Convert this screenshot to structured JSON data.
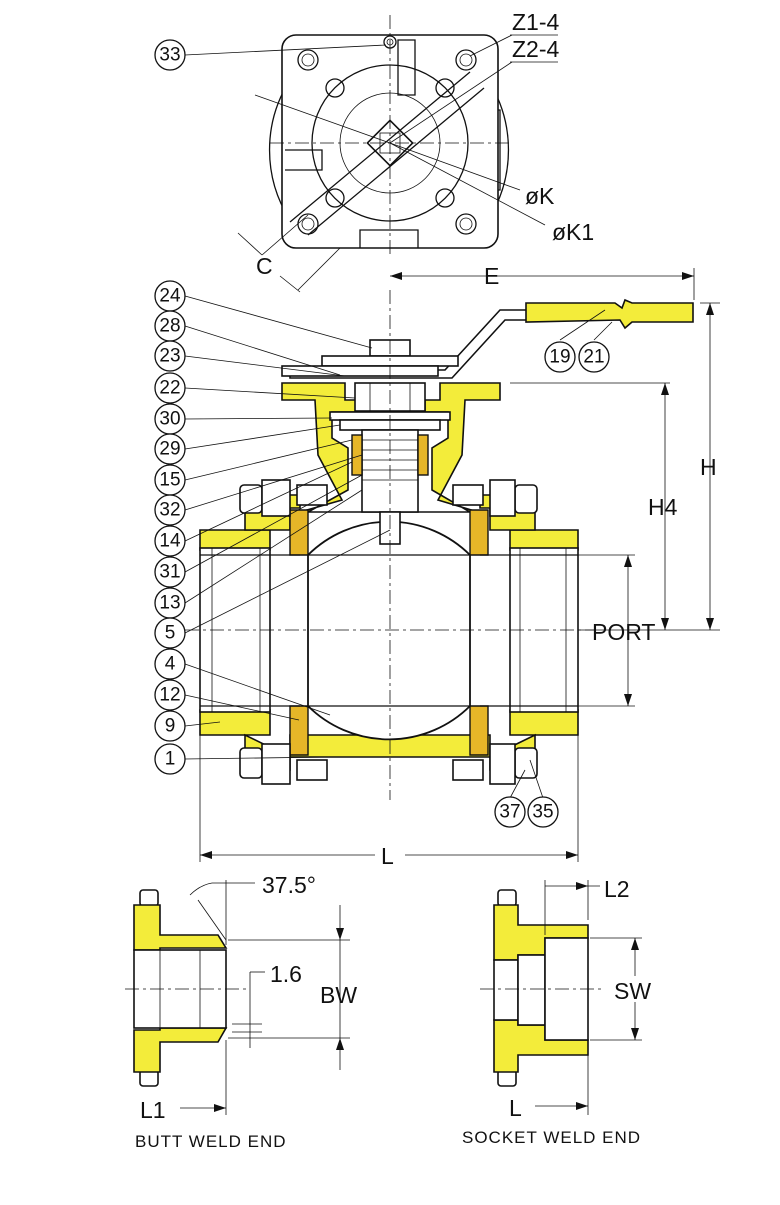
{
  "callouts": {
    "c33": "33",
    "c24": "24",
    "c28": "28",
    "c23": "23",
    "c22": "22",
    "c30": "30",
    "c29": "29",
    "c15": "15",
    "c32": "32",
    "c14": "14",
    "c31": "31",
    "c13": "13",
    "c5": "5",
    "c4": "4",
    "c12": "12",
    "c9": "9",
    "c1": "1",
    "c19": "19",
    "c21": "21",
    "c37": "37",
    "c35": "35"
  },
  "dimensions": {
    "z1": "Z1-4",
    "z2": "Z2-4",
    "k": "øK",
    "k1": "øK1",
    "c": "C",
    "e": "E",
    "h": "H",
    "h4": "H4",
    "port": "PORT",
    "l": "L",
    "angle": "37.5°",
    "t16": "1.6",
    "bw": "BW",
    "l1": "L1",
    "l2": "L2",
    "sw": "SW",
    "l_socket": "L"
  },
  "captions": {
    "butt_weld": "BUTT  WELD  END",
    "socket_weld": "SOCKET  WELD  END"
  },
  "colors": {
    "brass_yellow": "#f3ec3a",
    "seat_gold": "#e6b628",
    "line": "#111111"
  }
}
